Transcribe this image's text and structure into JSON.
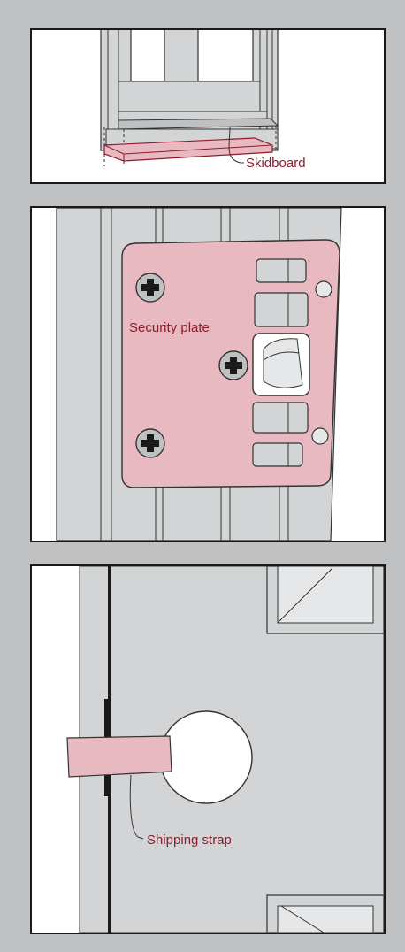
{
  "labels": {
    "skidboard": "Skidboard",
    "security_plate": "Security plate",
    "shipping_strap": "Shipping strap"
  },
  "colors": {
    "background": "#c0c1c3",
    "panel": "#ffffff",
    "frame_gray": "#d3d4d6",
    "line": "#1a1a1a",
    "highlight_pink": "#e8b9c0",
    "label_text": "#8c1d2e"
  }
}
